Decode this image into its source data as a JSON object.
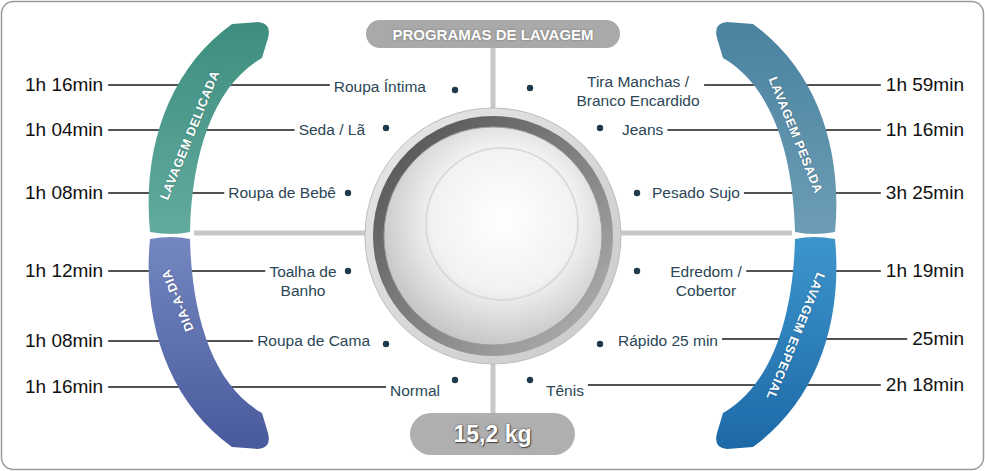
{
  "diagram": {
    "nodes": [
      {
        "text": [
          "PROGRAMAS DE LAVAGEM"
        ]
      },
      {
        "text": [
          "LAVAGEM DELICADA"
        ]
      },
      {
        "text": [
          "LAVAGEM PESADA"
        ]
      },
      {
        "text": [
          "DIA-A-DIA"
        ]
      },
      {
        "text": [
          "LAVAGEM ESPECIAL"
        ]
      },
      {
        "text": [
          "15,2 kg"
        ]
      }
    ],
    "labels": [
      "1h 16min",
      "Roupa Íntima",
      "Tira Manchas / Branco Encardido",
      "1h 59min",
      "1h 04min",
      "Seda / Lã",
      "Jeans",
      "1h 16min",
      "1h 08min",
      "Roupa de Bebê",
      "Pesado Sujo",
      "3h 25min",
      "1h 12min",
      "Toalha de Banho",
      "Edredom / Cobertor",
      "1h 19min",
      "1h 08min",
      "Roupa de Cama",
      "Rápido 25 min",
      "25min",
      "1h 16min",
      "Normal",
      "Tênis",
      "2h 18min"
    ]
  }
}
